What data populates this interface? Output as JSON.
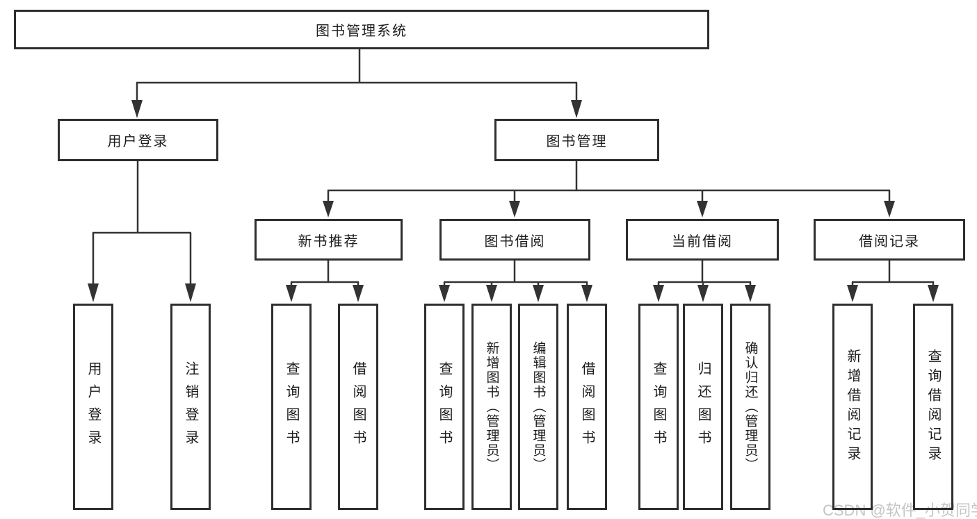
{
  "tree": {
    "root": "图书管理系统",
    "login_branch": {
      "label": "用户登录",
      "children": [
        "用户登录",
        "注销登录"
      ]
    },
    "mgmt_branch": {
      "label": "图书管理",
      "sections": [
        {
          "label": "新书推荐",
          "children": [
            "查询图书",
            "借阅图书"
          ]
        },
        {
          "label": "图书借阅",
          "children": [
            "查询图书",
            "新增图书（管理员）",
            "编辑图书（管理员）",
            "借阅图书"
          ]
        },
        {
          "label": "当前借阅",
          "children": [
            "查询图书",
            "归还图书",
            "确认归还（管理员）"
          ]
        },
        {
          "label": "借阅记录",
          "children": [
            "新增借阅记录",
            "查询借阅记录"
          ]
        }
      ]
    }
  },
  "watermark": "CSDN @软件_小贺同学",
  "colors": {
    "line": "#333333",
    "box_border": "#2e2e2e",
    "text": "#1c1c1c",
    "watermark": "#c4c4c4",
    "background": "#ffffff"
  }
}
